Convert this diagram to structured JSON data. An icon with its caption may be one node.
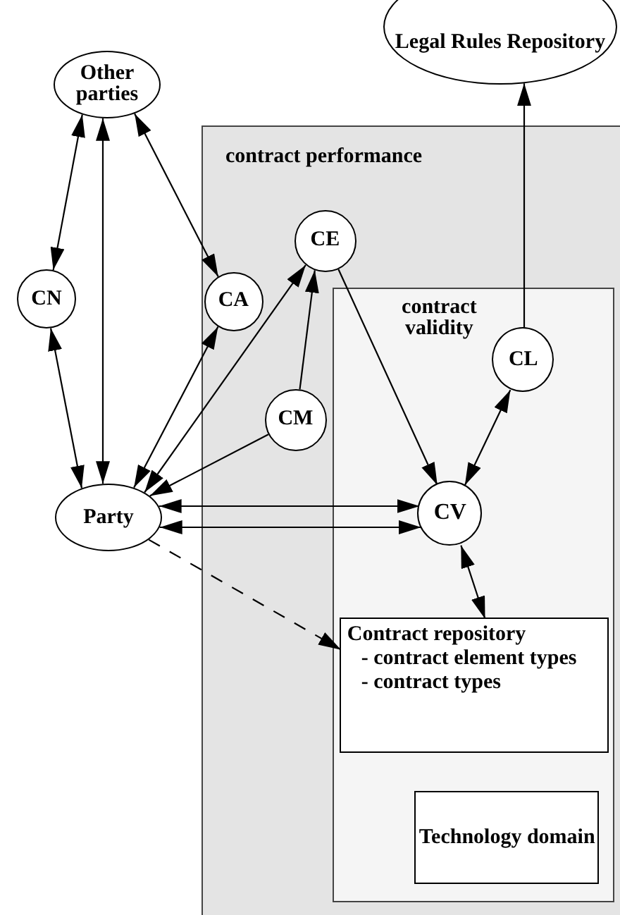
{
  "diagram": {
    "nodes": [
      {
        "text": [
          "Other parties"
        ]
      },
      {
        "text": [
          "Legal Rules Repository"
        ]
      },
      {
        "text": [
          "contract performance"
        ]
      },
      {
        "text": [
          "CE"
        ],
        "in": 2
      },
      {
        "text": [
          "CN"
        ]
      },
      {
        "text": [
          "CA"
        ],
        "in": 2
      },
      {
        "text": [
          "contract validity"
        ],
        "in": 2
      },
      {
        "text": [
          "CL"
        ],
        "in": 6
      },
      {
        "text": [
          "CM"
        ],
        "in": 2
      },
      {
        "text": [
          "Party"
        ]
      },
      {
        "text": [
          "CV"
        ],
        "in": 6
      },
      {
        "text": [
          "Contract repository",
          "- contract element types",
          "- contract types"
        ],
        "in": 6
      },
      {
        "text": [
          "Technology domain"
        ],
        "in": 6
      }
    ],
    "edges": [
      {
        "from": 0,
        "to": 4,
        "arrow": "both"
      },
      {
        "from": 9,
        "to": 0,
        "arrow": "both"
      },
      {
        "from": 0,
        "to": 5,
        "arrow": "both"
      },
      {
        "from": 4,
        "to": 9,
        "arrow": "both"
      },
      {
        "from": 5,
        "to": 9,
        "arrow": "both"
      },
      {
        "from": 3,
        "to": 9,
        "arrow": "both"
      },
      {
        "from": 8,
        "to": 3,
        "arrow": "to"
      },
      {
        "from": 8,
        "to": 9,
        "arrow": "to"
      },
      {
        "from": 3,
        "to": 10,
        "arrow": "to"
      },
      {
        "from": 9,
        "to": 10,
        "arrow": "both"
      },
      {
        "from": 9,
        "to": 10,
        "arrow": "both"
      },
      {
        "from": 7,
        "to": 10,
        "arrow": "both"
      },
      {
        "from": 7,
        "to": 1,
        "arrow": "to"
      },
      {
        "from": 10,
        "to": 11,
        "arrow": "both"
      },
      {
        "from": 9,
        "to": 11,
        "arrow": "to",
        "style": "dashed"
      }
    ]
  }
}
